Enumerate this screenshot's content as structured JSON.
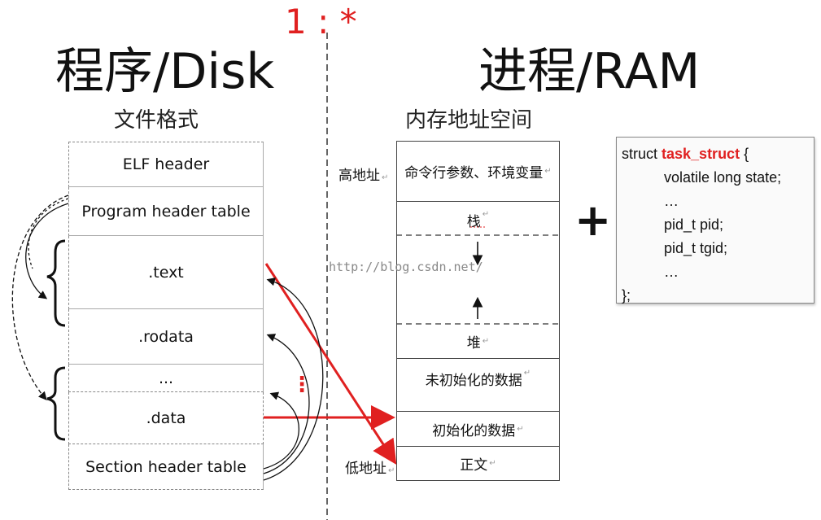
{
  "left": {
    "title": "程序/Disk",
    "subtitle": "文件格式",
    "segments": [
      "ELF header",
      "Program header table",
      ".text",
      ".rodata",
      "...",
      ".data",
      "Section header table"
    ]
  },
  "right": {
    "title": "进程/RAM",
    "subtitle": "内存地址空间",
    "high_label": "高地址",
    "low_label": "低地址",
    "segments": {
      "env": "命令行参数、环境变量",
      "stack": "栈",
      "heap": "堆",
      "bss": "未初始化的数据",
      "data": "初始化的数据",
      "text": "正文"
    }
  },
  "top_marker": "1 : *",
  "red_dots": "⋮",
  "plus": "+",
  "watermark": "http://blog.csdn.net/",
  "code": {
    "lines": [
      {
        "pre": "struct ",
        "kw": "task_struct",
        "post": " {",
        "indent": false
      },
      {
        "pre": "volatile long state;",
        "kw": "",
        "post": "",
        "indent": true
      },
      {
        "pre": "…",
        "kw": "",
        "post": "",
        "indent": true
      },
      {
        "pre": "pid_t pid;",
        "kw": "",
        "post": "",
        "indent": true
      },
      {
        "pre": "pid_t tgid;",
        "kw": "",
        "post": "",
        "indent": true
      },
      {
        "pre": "…",
        "kw": "",
        "post": "",
        "indent": true
      },
      {
        "pre": "};",
        "kw": "",
        "post": "",
        "indent": false
      }
    ]
  },
  "colors": {
    "accent": "#e02020"
  }
}
